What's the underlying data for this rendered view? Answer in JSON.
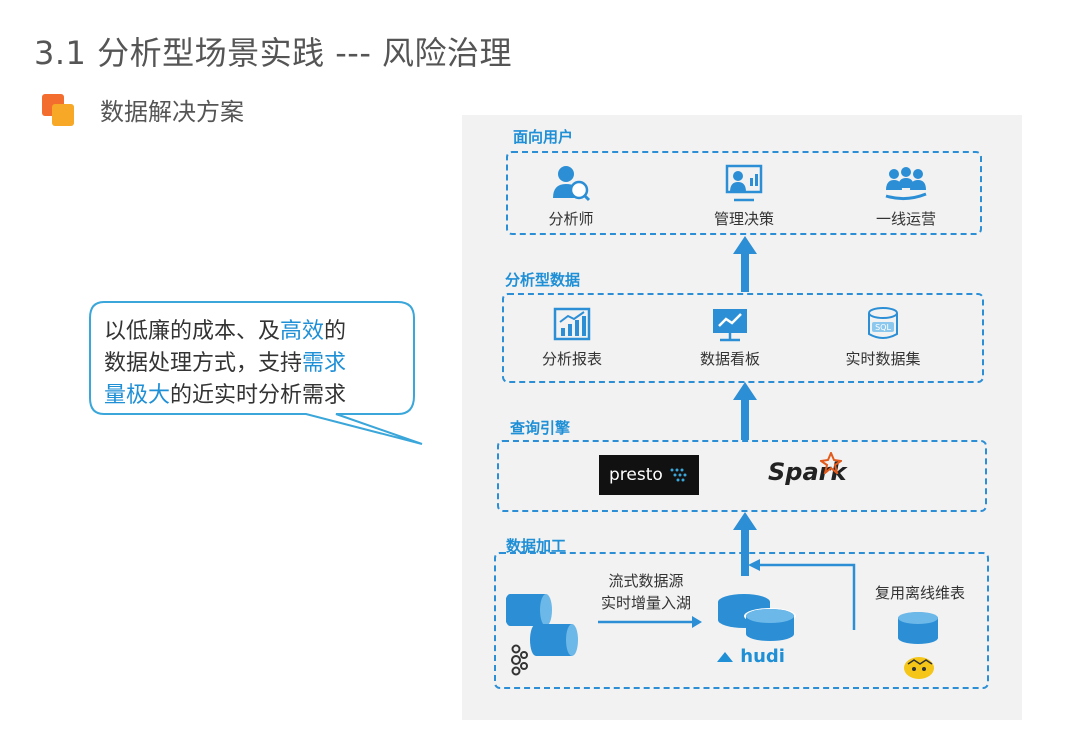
{
  "header": {
    "title": "3.1 分析型场景实践 --- 风险治理",
    "subtitle": "数据解决方案"
  },
  "callout": {
    "seg1": "以低廉的成本、及",
    "seg2": "高效",
    "seg3": "的",
    "seg4": "数据处理方式，支持",
    "seg5": "需求",
    "seg6": "量极大",
    "seg7": "的近实时分析需求"
  },
  "diagram": {
    "layer_users": {
      "label": "面向用户",
      "items": [
        "分析师",
        "管理决策",
        "一线运营"
      ]
    },
    "layer_analysis": {
      "label": "分析型数据",
      "items": [
        "分析报表",
        "数据看板",
        "实时数据集"
      ]
    },
    "layer_query": {
      "label": "查询引擎",
      "engines": [
        "presto",
        "Spark"
      ]
    },
    "layer_processing": {
      "label": "数据加工",
      "stream_line1": "流式数据源",
      "stream_line2": "实时增量入湖",
      "offline": "复用离线维表",
      "lake": "hudi"
    },
    "accent_color": "#2c8fd6"
  }
}
